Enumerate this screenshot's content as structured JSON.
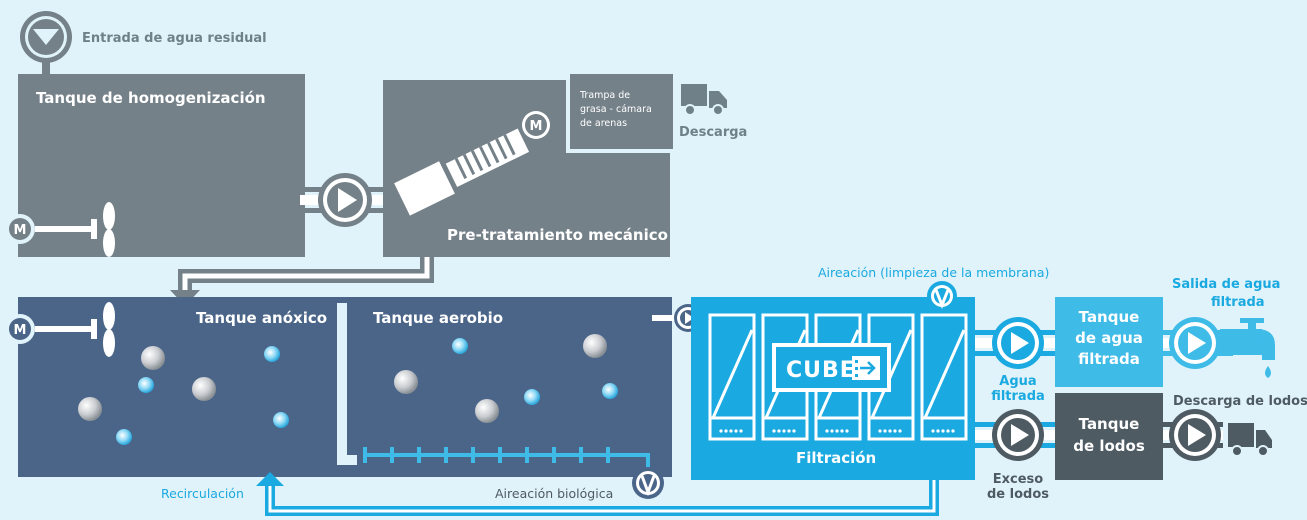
{
  "labels": {
    "inlet": "Entrada de agua residual",
    "homogenization_tank": "Tanque de homogenización",
    "grease_trap_line1": "Trampa de",
    "grease_trap_line2": "grasa - cámara",
    "grease_trap_line3": "de arenas",
    "discharge": "Descarga",
    "pretreatment": "Pre-tratamiento mecánico",
    "motor": "M",
    "anoxic_tank": "Tanque anóxico",
    "aerobic_tank": "Tanque aerobio",
    "membrane_aeration": "Aireación (limpieza de la membrana)",
    "cube_logo": "CUBE",
    "filtration": "Filtración",
    "filtered_tank_line1": "Tanque",
    "filtered_tank_line2": "de agua",
    "filtered_tank_line3": "filtrada",
    "filtered_outlet_line1": "Salida de agua",
    "filtered_outlet_line2": "filtrada",
    "filtered_water_line1": "Agua",
    "filtered_water_line2": "filtrada",
    "sludge_tank_line1": "Tanque",
    "sludge_tank_line2": "de lodos",
    "sludge_discharge": "Descarga de lodos",
    "excess_sludge_line1": "Exceso",
    "excess_sludge_line2": "de lodos",
    "recirculation": "Recirculación",
    "biological_aeration": "Aireación biológica"
  },
  "colors": {
    "background": "#e1f3fa",
    "grey_tank": "#758189",
    "blue_tank": "#4b6589",
    "filter_blue": "#1aa9e0",
    "light_blue": "#3fbbe8",
    "dark_tank": "#4f5b62",
    "accent_text": "#1aa9e0"
  },
  "icons": {
    "inlet": "down-arrow-circle-icon",
    "pump": "play-pump-icon",
    "mixer": "propeller-mixer-icon",
    "motor": "motor-m-icon",
    "truck": "truck-icon",
    "tap": "faucet-icon",
    "blower": "blower-icon",
    "membrane": "membrane-module-icon"
  }
}
